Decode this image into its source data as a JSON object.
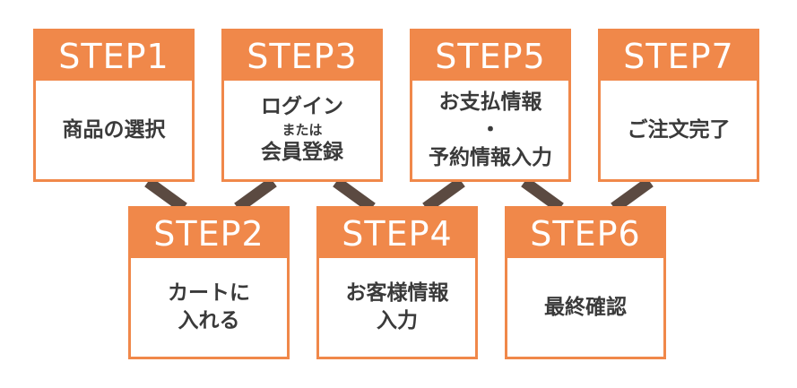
{
  "colors": {
    "accent": "#f0884a",
    "connector": "#5b4a41",
    "text": "#3a3a3a"
  },
  "steps": [
    {
      "label": "STEP1",
      "lines": [
        {
          "text": "商品の選択",
          "size": "lg"
        }
      ]
    },
    {
      "label": "STEP2",
      "lines": [
        {
          "text": "カートに",
          "size": "lg"
        },
        {
          "text": "入れる",
          "size": "lg"
        }
      ]
    },
    {
      "label": "STEP3",
      "lines": [
        {
          "text": "ログイン",
          "size": "lg"
        },
        {
          "text": "または",
          "size": "sm"
        },
        {
          "text": "会員登録",
          "size": "lg"
        }
      ]
    },
    {
      "label": "STEP4",
      "lines": [
        {
          "text": "お客様情報",
          "size": "lg"
        },
        {
          "text": "入力",
          "size": "lg"
        }
      ]
    },
    {
      "label": "STEP5",
      "lines": [
        {
          "text": "お支払情報",
          "size": "lg"
        },
        {
          "text": "・",
          "size": "lg"
        },
        {
          "text": "予約情報入力",
          "size": "lg"
        }
      ]
    },
    {
      "label": "STEP6",
      "lines": [
        {
          "text": "最終確認",
          "size": "lg"
        }
      ]
    },
    {
      "label": "STEP7",
      "lines": [
        {
          "text": "ご注文完了",
          "size": "lg"
        }
      ]
    }
  ]
}
